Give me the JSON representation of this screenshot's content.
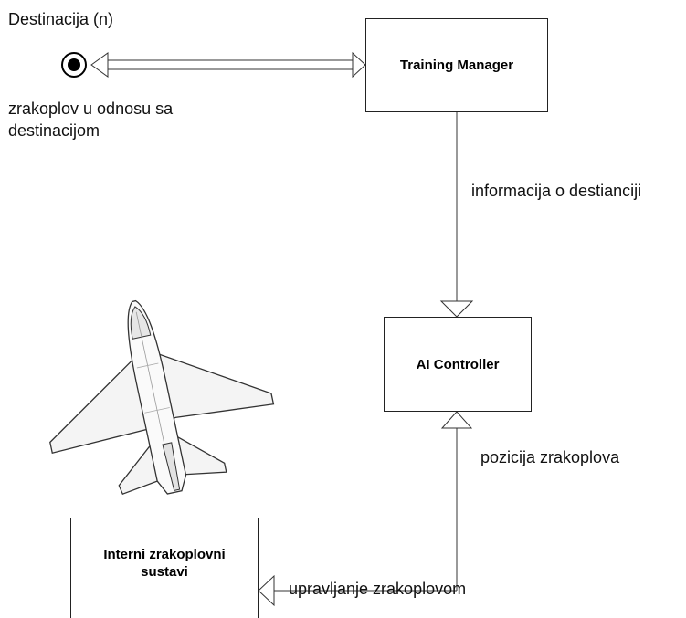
{
  "destination_label": "Destinacija (n)",
  "relation_label": {
    "line1": "zrakoplov u odnosu sa",
    "line2": "destinacijom"
  },
  "training_manager": {
    "title": "Training Manager"
  },
  "destination_info_label": "informacija o destianciji",
  "ai_controller": {
    "title": "AI Controller"
  },
  "aircraft_position_label": "pozicija zrakoplova",
  "internal_systems": {
    "line1": "Interni zrakoplovni",
    "line2": "sustavi"
  },
  "aircraft_control_label": "upravljanje zrakoplovom",
  "icons": {
    "destination": "destination-marker-icon",
    "aircraft": "fighter-jet-icon"
  }
}
